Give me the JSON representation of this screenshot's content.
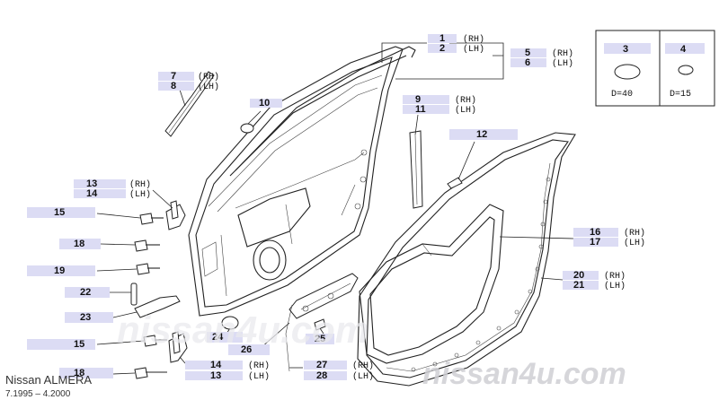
{
  "callouts": [
    {
      "id": "c1",
      "number": "1",
      "side": "(RH)"
    },
    {
      "id": "c2",
      "number": "2",
      "side": "(LH)"
    },
    {
      "id": "c5",
      "number": "5",
      "side": "(RH)"
    },
    {
      "id": "c6",
      "number": "6",
      "side": "(LH)"
    },
    {
      "id": "c7",
      "number": "7",
      "side": "(RH)"
    },
    {
      "id": "c8",
      "number": "8",
      "side": "(LH)"
    },
    {
      "id": "c9",
      "number": "9",
      "side": "(RH)"
    },
    {
      "id": "c11",
      "number": "11",
      "side": "(LH)"
    },
    {
      "id": "c10",
      "number": "10",
      "side": ""
    },
    {
      "id": "c12",
      "number": "12",
      "side": ""
    },
    {
      "id": "c13a",
      "number": "13",
      "side": "(RH)"
    },
    {
      "id": "c14a",
      "number": "14",
      "side": "(LH)"
    },
    {
      "id": "c15a",
      "number": "15",
      "side": ""
    },
    {
      "id": "c18a",
      "number": "18",
      "side": ""
    },
    {
      "id": "c19",
      "number": "19",
      "side": ""
    },
    {
      "id": "c22",
      "number": "22",
      "side": ""
    },
    {
      "id": "c23",
      "number": "23",
      "side": ""
    },
    {
      "id": "c15b",
      "number": "15",
      "side": ""
    },
    {
      "id": "c18b",
      "number": "18",
      "side": ""
    },
    {
      "id": "c24",
      "number": "24",
      "side": ""
    },
    {
      "id": "c26",
      "number": "26",
      "side": ""
    },
    {
      "id": "c25",
      "number": "25",
      "side": ""
    },
    {
      "id": "c14b",
      "number": "14",
      "side": "(RH)"
    },
    {
      "id": "c13b",
      "number": "13",
      "side": "(LH)"
    },
    {
      "id": "c27",
      "number": "27",
      "side": "(RH)"
    },
    {
      "id": "c28",
      "number": "28",
      "side": "(LH)"
    },
    {
      "id": "c16",
      "number": "16",
      "side": "(RH)"
    },
    {
      "id": "c17",
      "number": "17",
      "side": "(LH)"
    },
    {
      "id": "c20",
      "number": "20",
      "side": "(RH)"
    },
    {
      "id": "c21",
      "number": "21",
      "side": "(LH)"
    }
  ],
  "inset": [
    {
      "id": "i3",
      "number": "3",
      "diameter": "D=40"
    },
    {
      "id": "i4",
      "number": "4",
      "diameter": "D=15"
    }
  ],
  "watermark": {
    "center": "nissan4u.com",
    "corner": "nissan4u.com"
  },
  "caption": {
    "model": "Nissan ALMERA",
    "period": "7.1995 – 4.2000"
  },
  "colors": {
    "highlight": "#dcdcf4",
    "line": "#222222"
  }
}
